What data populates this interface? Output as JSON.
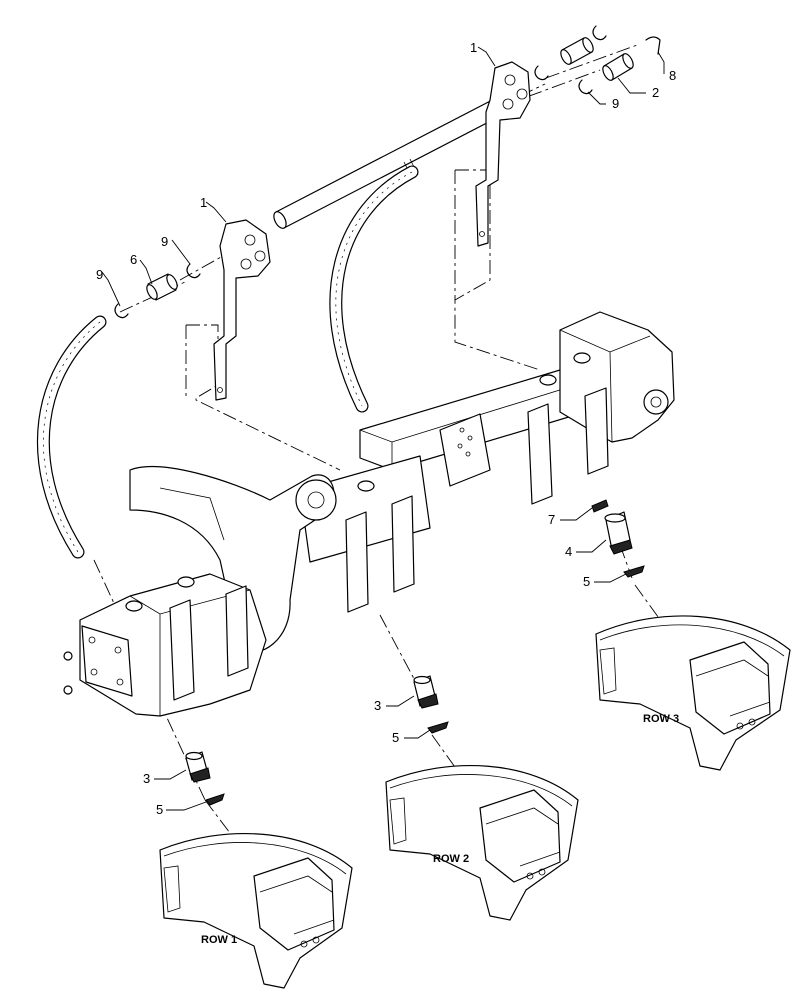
{
  "callouts": {
    "c1a": "1",
    "c1b": "1",
    "c2": "2",
    "c3a": "3",
    "c3b": "3",
    "c4": "4",
    "c5a": "5",
    "c5b": "5",
    "c5c": "5",
    "c6": "6",
    "c7": "7",
    "c8": "8",
    "c9a": "9",
    "c9b": "9",
    "c9c": "9"
  },
  "rows": {
    "row1": "ROW 1",
    "row2": "ROW 2",
    "row3": "ROW 3"
  }
}
